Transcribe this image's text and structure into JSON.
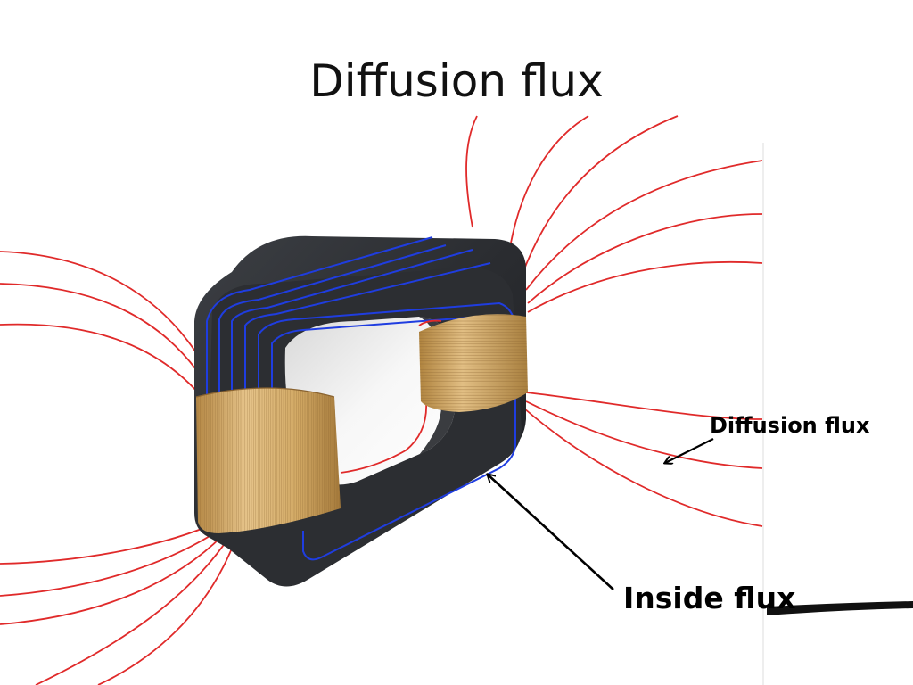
{
  "title": "Diffusion flux",
  "labels": {
    "diffusion_flux": "Diffusion flux",
    "inside_flux": "Inside flux"
  },
  "colors": {
    "core": "#2b2d30",
    "inside_flux_lines": "#1f3de0",
    "diffusion_flux_lines": "#e02a2a",
    "coil_copper": "#c99e5c",
    "arrow": "#000000"
  }
}
